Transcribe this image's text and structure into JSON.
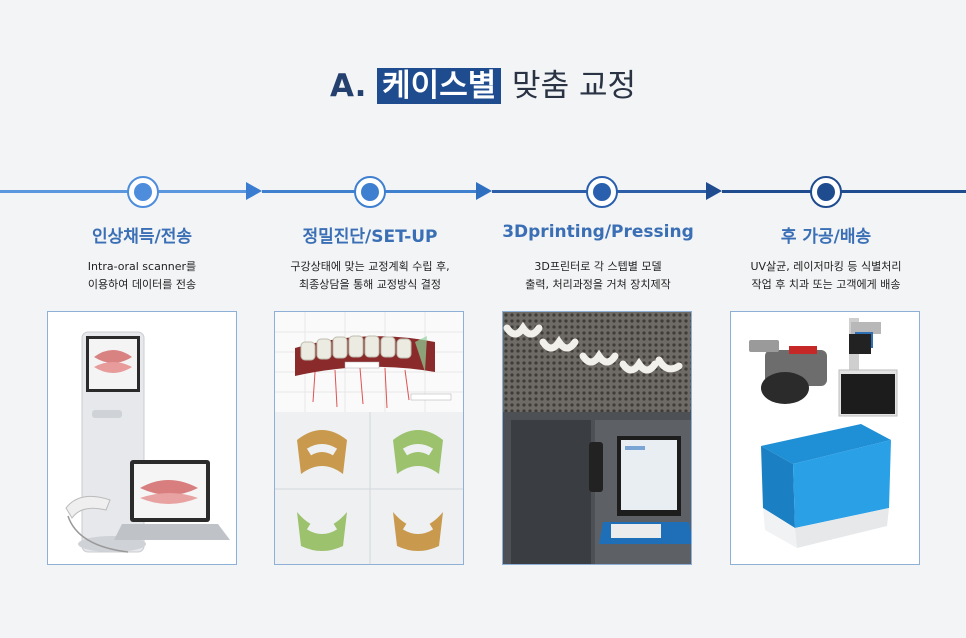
{
  "header": {
    "prefix": "A.",
    "highlight": "케이스별",
    "rest": "맞춤 교정"
  },
  "steps": [
    {
      "title": "인상채득/전송",
      "desc1": "Intra-oral scanner를",
      "desc2": "이용하여 데이터를 전송"
    },
    {
      "title": "정밀진단/SET-UP",
      "desc1": "구강상태에 맞는 교정계획 수립 후,",
      "desc2": "최종상담을 통해 교정방식 결정"
    },
    {
      "title": "3Dprinting/Pressing",
      "desc1": "3D프린터로 각 스텝별 모델",
      "desc2": "출력, 처리과정을 거쳐 장치제작"
    },
    {
      "title": "후 가공/배송",
      "desc1": "UV살균, 레이저마킹 등 식별처리",
      "desc2": "작업 후 치과 또는 고객에게 배송"
    }
  ],
  "colors": {
    "accent": "#1f4b8f",
    "step_title": "#3a6fb5",
    "line_light": "#5a97de",
    "line_dark": "#1f4b8f"
  }
}
